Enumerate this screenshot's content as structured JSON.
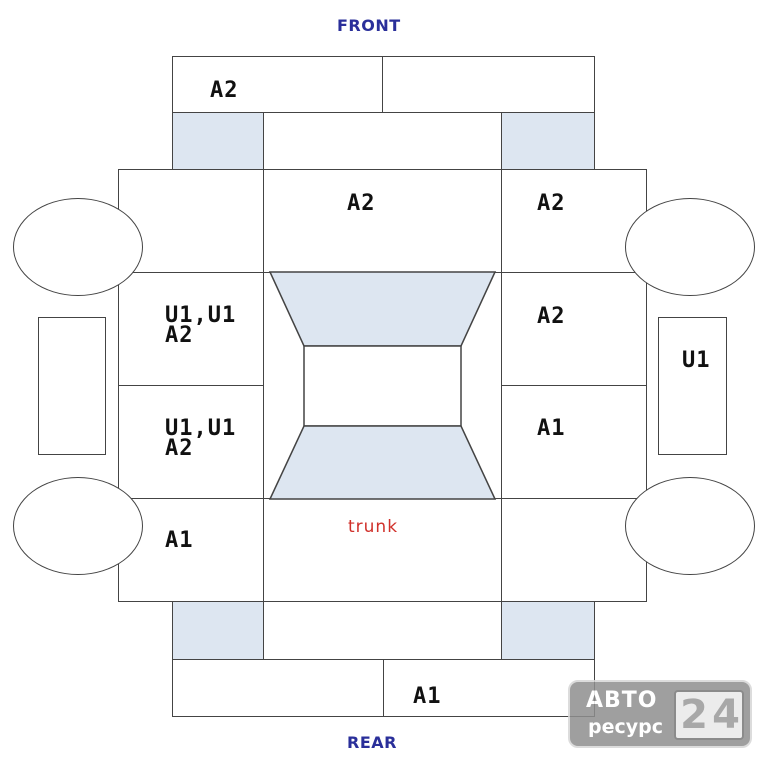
{
  "direction": {
    "front": "FRONT",
    "rear": "REAR"
  },
  "trunk_label": "trunk",
  "panels": {
    "front_bumper_left": "A2",
    "hood": "A2",
    "front_right_fender": "A2",
    "front_left_door": "U1,U1\nA2",
    "front_right_door": "A2",
    "rear_left_door": "U1,U1\nA2",
    "rear_right_door": "A1",
    "rear_left_quarter": "A1",
    "right_mirror": "U1",
    "rear_bumper_right": "A1"
  },
  "watermark": {
    "line1": "АВТО",
    "line2": "ресурс",
    "digits": [
      "2",
      "4"
    ]
  },
  "colors": {
    "shade": "#dde6f1",
    "direction_text": "#2a2f9a",
    "trunk_text": "#d0302a"
  }
}
